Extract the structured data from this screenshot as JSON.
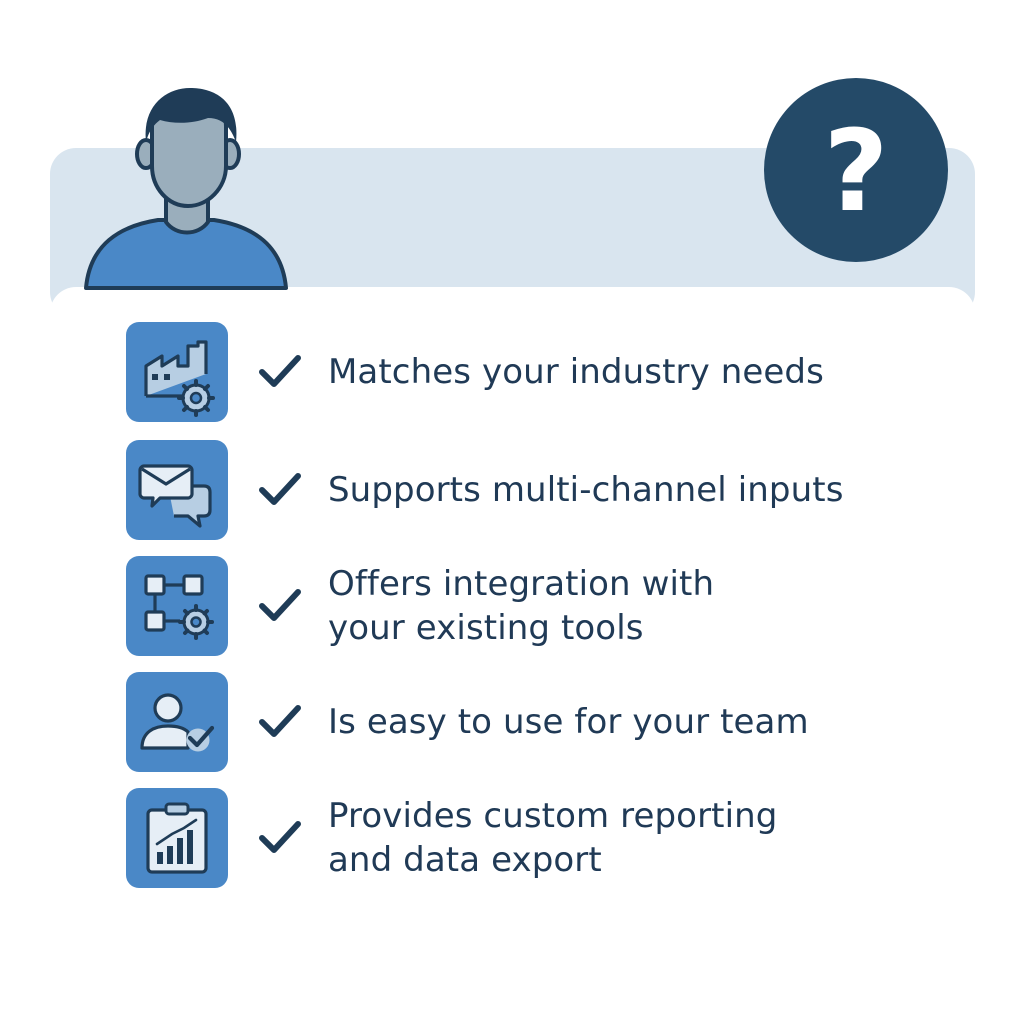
{
  "colors": {
    "tile": "#4a88c7",
    "navy": "#1f3c57",
    "band": "#d9e5ef",
    "text": "#203a56"
  },
  "header": {
    "avatar_icon": "person-avatar",
    "badge_icon": "question-mark",
    "badge_symbol": "?"
  },
  "items": [
    {
      "icon": "factory-gear-icon",
      "label": "Matches your industry needs"
    },
    {
      "icon": "chat-mail-icon",
      "label": "Supports multi-channel inputs"
    },
    {
      "icon": "integration-gear-icon",
      "label": "Offers integration with\nyour existing tools"
    },
    {
      "icon": "user-check-icon",
      "label": "Is easy to use for your team"
    },
    {
      "icon": "report-chart-icon",
      "label": "Provides custom reporting\nand data export"
    }
  ]
}
